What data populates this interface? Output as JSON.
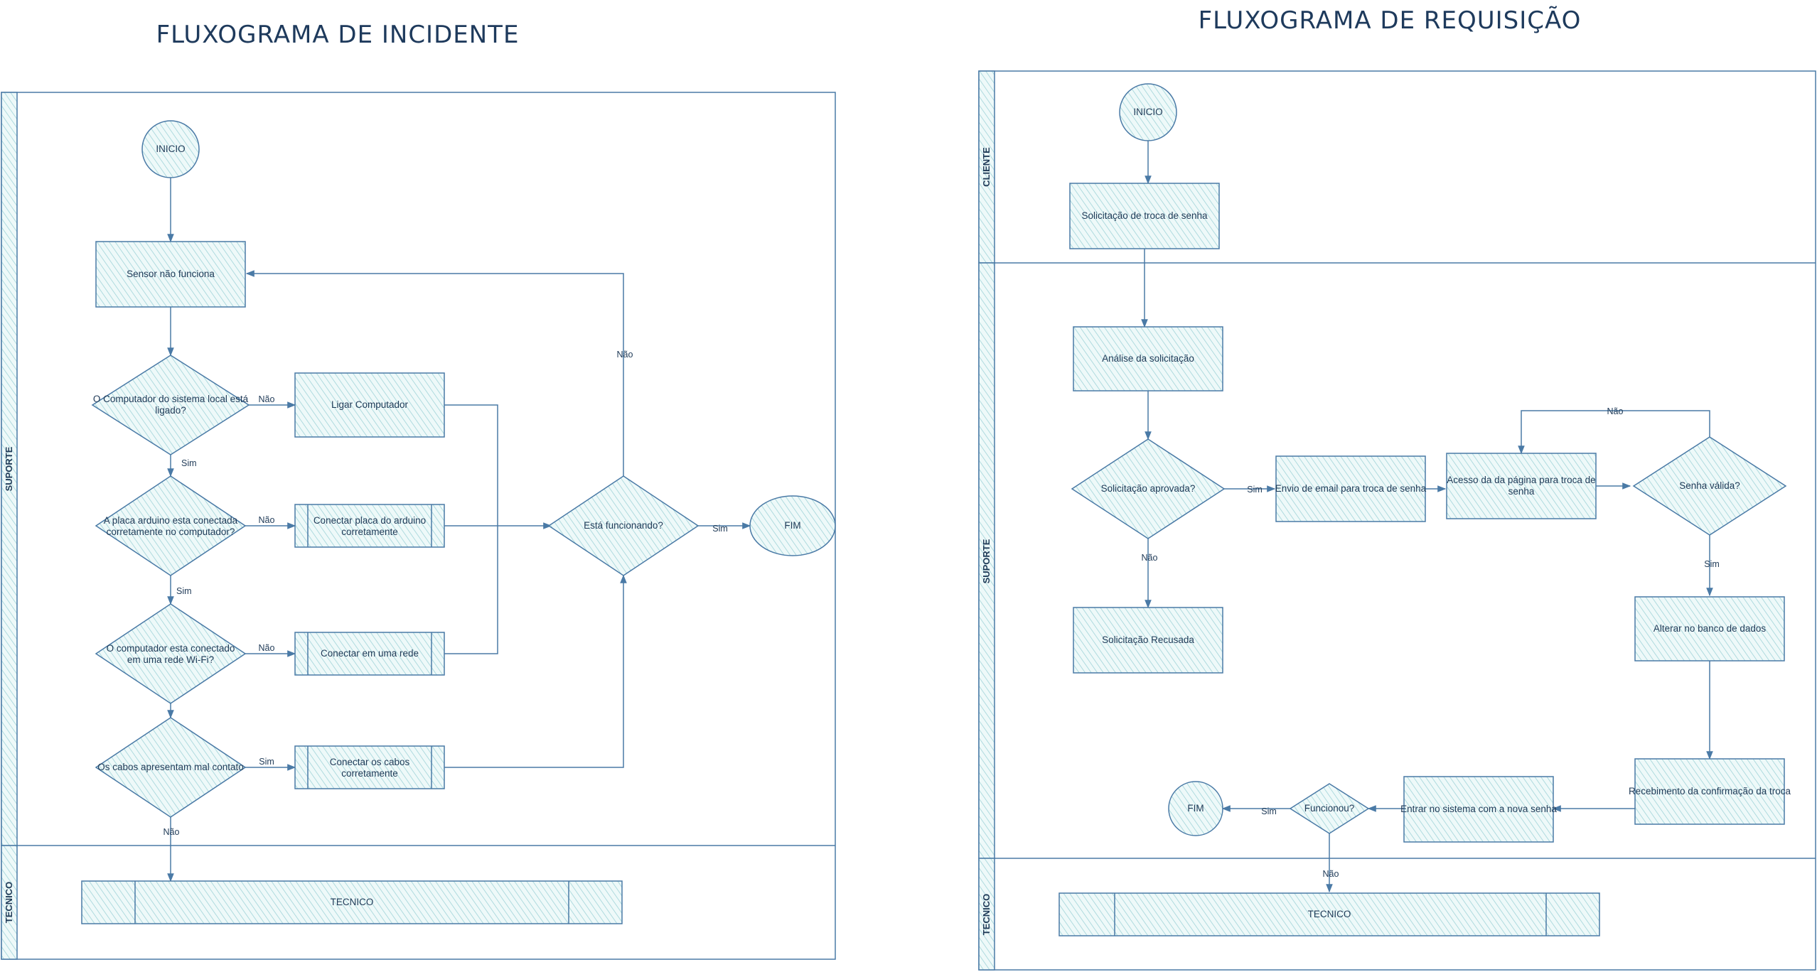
{
  "colors": {
    "stroke": "#4a7aa6",
    "fill": "#dff3f4",
    "text": "#1f3a57",
    "title": "#1e3a5c"
  },
  "incident": {
    "title": "FLUXOGRAMA DE INCIDENTE",
    "lanes": {
      "suporte": "SUPORTE",
      "tecnico": "TECNICO"
    },
    "nodes": {
      "inicio": "INICIO",
      "sensor": "Sensor não funciona",
      "q_computador": [
        "O Computador do sistema local está",
        "ligado?"
      ],
      "ligar": "Ligar Computador",
      "q_placa": [
        "A placa arduino esta conectada",
        "corretamente no computador?"
      ],
      "conectar_placa": [
        "Conectar placa do arduino",
        "corretamente"
      ],
      "q_wifi": [
        "O computador esta conectado",
        "em uma rede Wi-Fi?"
      ],
      "conectar_rede": "Conectar em uma rede",
      "q_cabos": "Os cabos apresentam mal contato",
      "conectar_cabos": [
        "Conectar os cabos",
        "corretamente"
      ],
      "q_funcionando": "Está funcionando?",
      "fim": "FIM",
      "tecnico": "TECNICO"
    },
    "edges": {
      "nao1": "Não",
      "sim1": "Sim",
      "nao2": "Não",
      "sim2": "Sim",
      "nao3": "Não",
      "sim4": "Sim",
      "nao4": "Não",
      "nao_loop": "Não",
      "sim_fim": "Sim"
    }
  },
  "request": {
    "title": "FLUXOGRAMA DE REQUISIÇÃO",
    "lanes": {
      "cliente": "CLIENTE",
      "suporte": "SUPORTE",
      "tecnico": "TECNICO"
    },
    "nodes": {
      "inicio": "INICIO",
      "solicitacao": "Solicitação de troca de senha",
      "analise": "Análise da solicitação",
      "q_aprovada": "Solicitação aprovada?",
      "recusada": "Solicitação Recusada",
      "envio": "Envio de email para troca de senha",
      "acesso": [
        "Acesso da da página para troca de",
        "senha"
      ],
      "q_senha": "Senha válida?",
      "alterar": "Alterar no banco de dados",
      "recebimento": "Recebimento da confirmação da troca",
      "entrar": "Entrar no sistema com a nova senha",
      "q_funcionou": "Funcionou?",
      "fim": "FIM",
      "tecnico": "TECNICO"
    },
    "edges": {
      "sim_aprov": "Sim",
      "nao_aprov": "Não",
      "nao_senha": "Não",
      "sim_senha": "Sim",
      "sim_func": "Sim",
      "nao_func": "Não"
    }
  }
}
